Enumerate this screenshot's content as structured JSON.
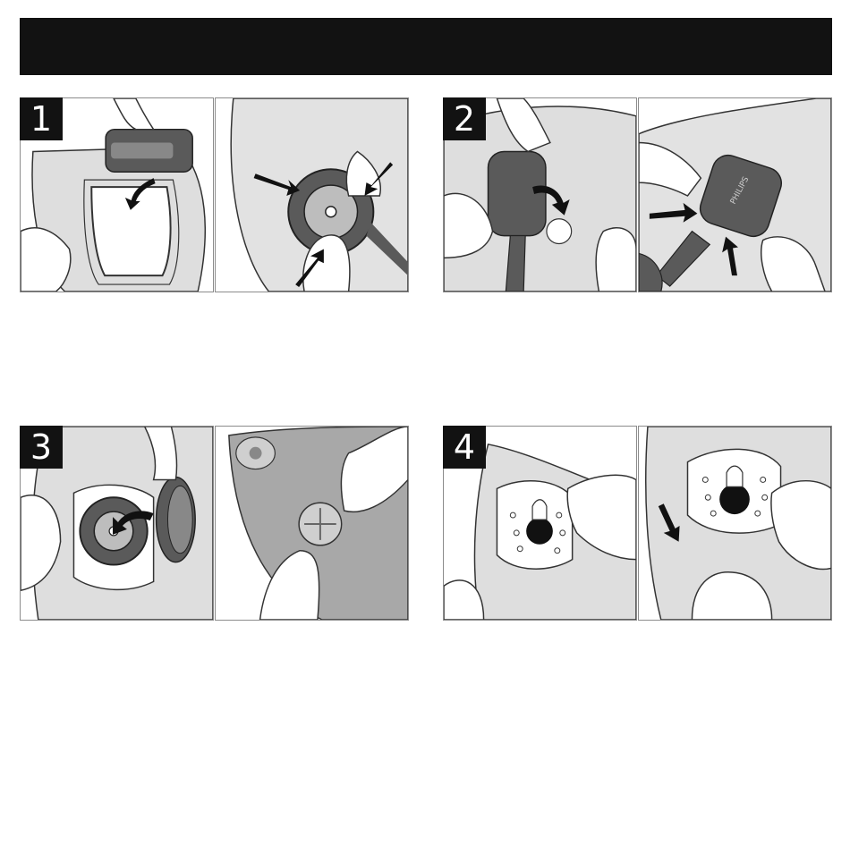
{
  "steps": [
    {
      "number": "1"
    },
    {
      "number": "2"
    },
    {
      "number": "3"
    },
    {
      "number": "4"
    }
  ],
  "brand": {
    "logo_text": "PHILIPS"
  },
  "colors": {
    "header": "#121212",
    "frame": "#8c8c8c",
    "device_dark": "#5a5a5a",
    "device_light": "#c4c4c4"
  }
}
